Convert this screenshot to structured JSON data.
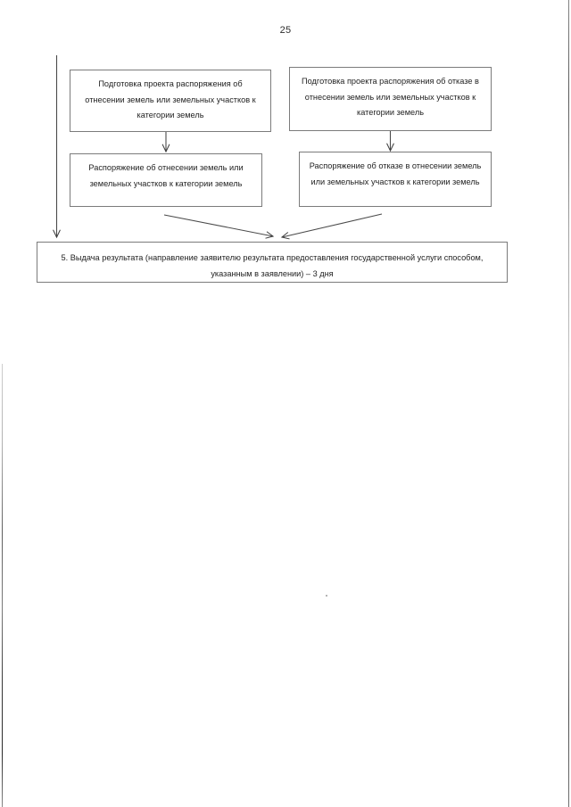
{
  "document": {
    "page_number": "25",
    "type": "scanned-document-flowchart",
    "ink_color": "#1f1f1f",
    "border_color": "#7b7b7b",
    "background_color": "#ffffff"
  },
  "flowchart": {
    "nodes": [
      {
        "id": "prepare-assign",
        "text": "Подготовка проекта распоряжения об отнесении земель или земельных участков к категории земель"
      },
      {
        "id": "prepare-refuse",
        "text": "Подготовка проекта распоряжения об отказе в отнесении земель или земельных участков к категории земель"
      },
      {
        "id": "order-assign",
        "text": "Распоряжение об отнесении земель или земельных участков к категории земель"
      },
      {
        "id": "order-refuse",
        "text": "Распоряжение об отказе в отнесении земель или земельных участков к категории земель"
      },
      {
        "id": "result",
        "text": "5.  Выдача результата (направление заявителю результата предоставления государственной услуги способом, указанным в заявлении) – 3 дня"
      }
    ],
    "connectors": [
      {
        "id": "left-bypass-arrow",
        "from": "page-top",
        "to": "result",
        "kind": "vertical-arrow"
      },
      {
        "id": "assign-down-arrow",
        "from": "prepare-assign",
        "to": "order-assign",
        "kind": "vertical-arrow"
      },
      {
        "id": "refuse-down-arrow",
        "from": "prepare-refuse",
        "to": "order-refuse",
        "kind": "vertical-arrow"
      },
      {
        "id": "assign-to-result-arrow",
        "from": "order-assign",
        "to": "result",
        "kind": "diagonal-arrow"
      },
      {
        "id": "refuse-to-result-arrow",
        "from": "order-refuse",
        "to": "result",
        "kind": "diagonal-arrow"
      }
    ]
  }
}
